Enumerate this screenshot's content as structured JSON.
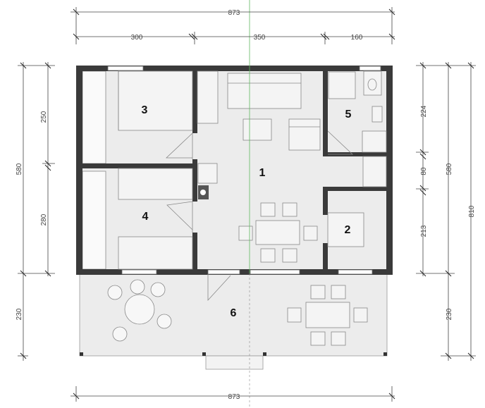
{
  "plan": {
    "dimensions": {
      "top_total": "873",
      "top_left": "300",
      "top_mid": "350",
      "top_right": "160",
      "bottom_total": "873",
      "left_total": "580",
      "left_upper": "250",
      "left_lower": "280",
      "left_terrace": "230",
      "right_upper": "224",
      "right_mid": "80",
      "right_lower": "213",
      "right_580": "580",
      "right_810": "810",
      "right_terrace": "230"
    },
    "rooms": {
      "r1": "1",
      "r2": "2",
      "r3": "3",
      "r4": "4",
      "r5": "5",
      "r6": "6"
    }
  }
}
